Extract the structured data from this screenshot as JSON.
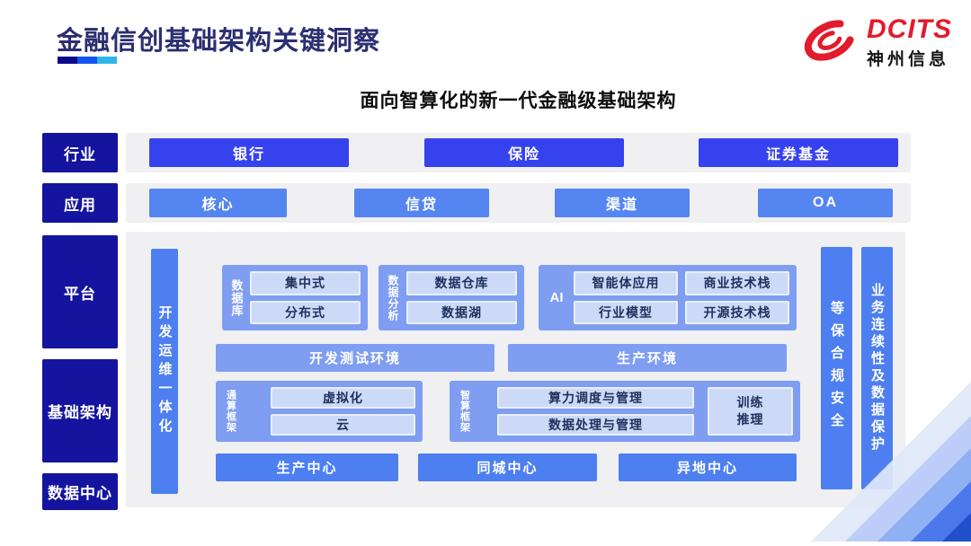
{
  "header": {
    "title": "金融信创基础架构关键洞察",
    "logo": {
      "brand": "DCITS",
      "company": "神州信息"
    }
  },
  "diagram_title": "面向智算化的新一代金融级基础架构",
  "rail": [
    "行业",
    "应用",
    "平台",
    "基础架构",
    "数据中心"
  ],
  "industry_row": [
    "银行",
    "保险",
    "证券基金"
  ],
  "application_row": [
    "核心",
    "信贷",
    "渠道",
    "OA"
  ],
  "platform": {
    "devops_bar": "开发运维一体化",
    "groups": {
      "database": {
        "label": "数据库",
        "items": [
          "集中式",
          "分布式"
        ]
      },
      "analytics": {
        "label": "数据分析",
        "items": [
          "数据仓库",
          "数据湖"
        ]
      },
      "ai": {
        "label": "AI",
        "items": [
          "智能体应用",
          "商业技术栈",
          "行业模型",
          "开源技术栈"
        ]
      }
    },
    "environments": [
      "开发测试环境",
      "生产环境"
    ],
    "frameworks": {
      "general": {
        "label": "通算框架",
        "items": [
          "虚拟化",
          "云"
        ]
      },
      "intelligent": {
        "label": "智算框架",
        "items": [
          "算力调度与管理",
          "数据处理与管理"
        ],
        "side": "训练\n推理"
      }
    }
  },
  "datacenters": [
    "生产中心",
    "同城中心",
    "异地中心"
  ],
  "right_bars": [
    "等保合规安全",
    "业务连续性及数据保护"
  ],
  "colors": {
    "rail_navy": "#14149e",
    "industry_indigo": "#3742ef",
    "application_blue": "#5585f0",
    "bar_blue": "#4d7ff0",
    "group_blue": "#7f9ef2",
    "item_pale_blue": "#ccdaf8",
    "panel_gray": "#f0f0f2",
    "title_navy": "#2b2f70",
    "logo_red": "#e21b2d",
    "underline_segments": [
      "#0a0a8c",
      "#1355f0",
      "#2fb5e9"
    ]
  }
}
